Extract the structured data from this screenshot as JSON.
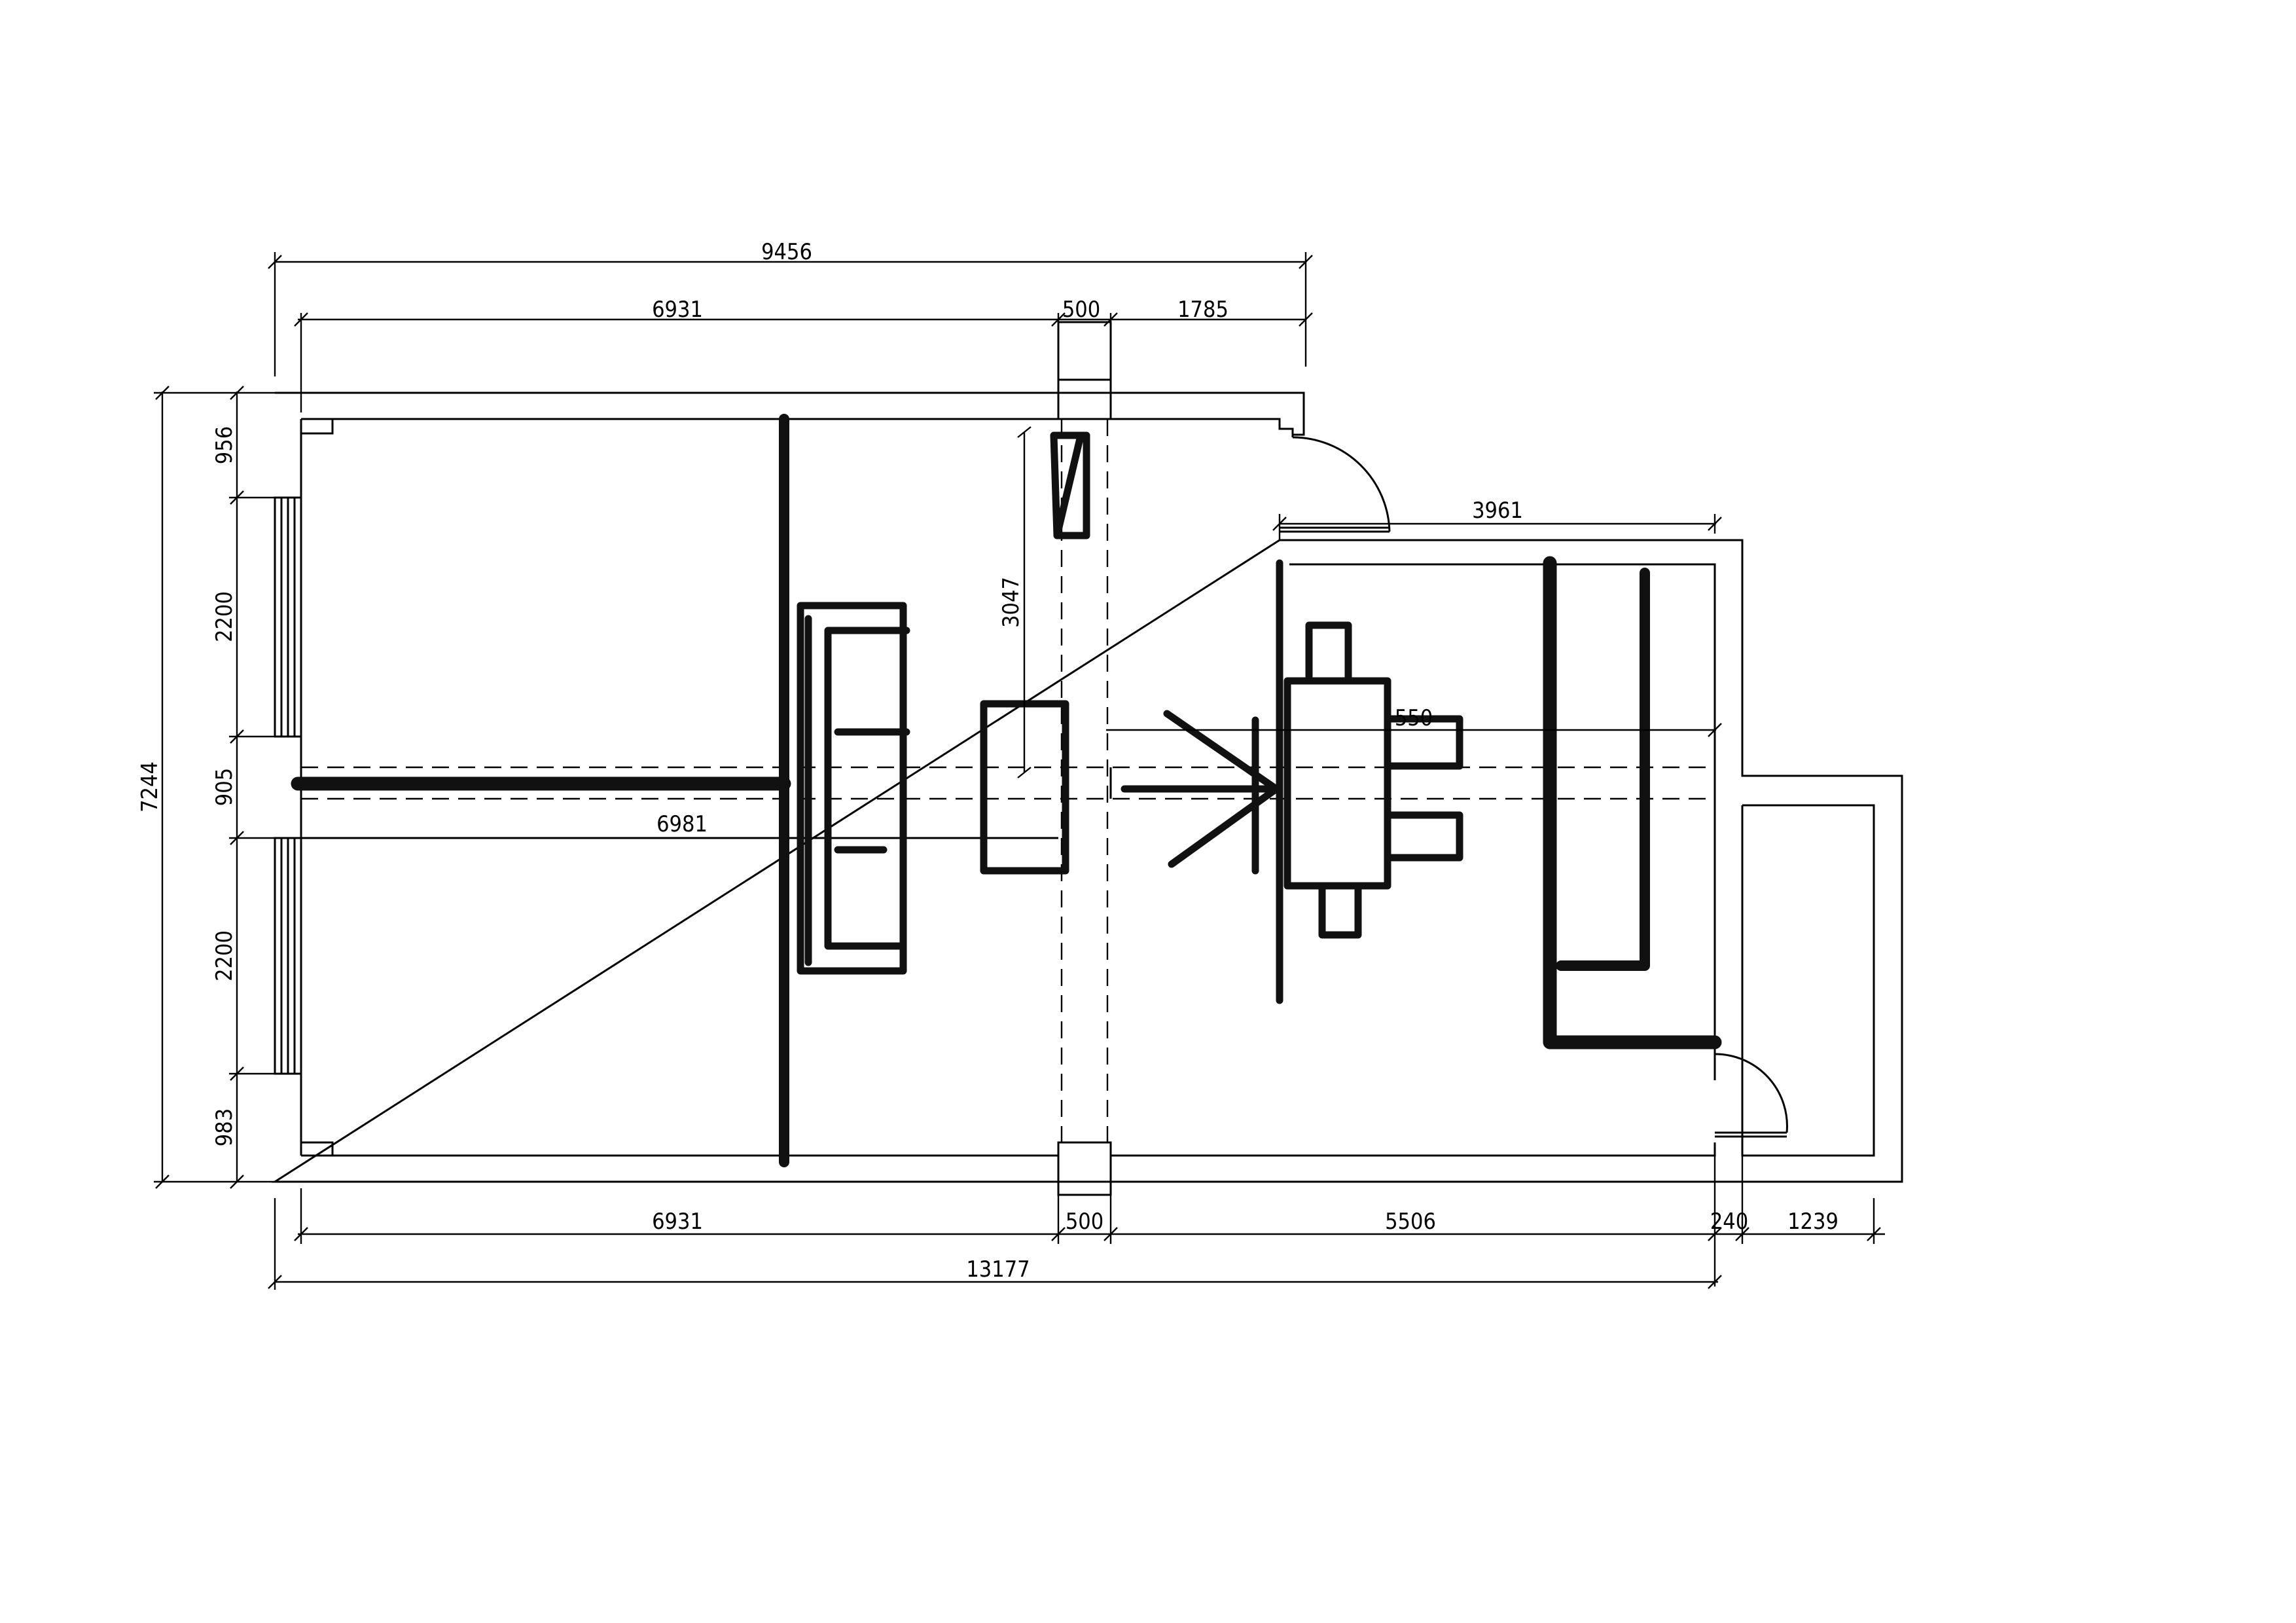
{
  "plan": {
    "dimensions": {
      "top_overall": "9456",
      "top_left": "6931",
      "top_column": "500",
      "top_right": "1785",
      "left_overall": "7244",
      "left_top": "956",
      "left_window_upper": "2200",
      "left_center": "905",
      "left_window_lower": "2200",
      "left_bottom": "983",
      "inner_horizontal": "6981",
      "inner_vertical": "3047",
      "dining_width": "3961",
      "table_offset": "550",
      "bottom_left": "6931",
      "bottom_column": "500",
      "bottom_middle": "5506",
      "bottom_wall": "240",
      "bottom_right": "1239",
      "bottom_overall": "13177"
    }
  }
}
